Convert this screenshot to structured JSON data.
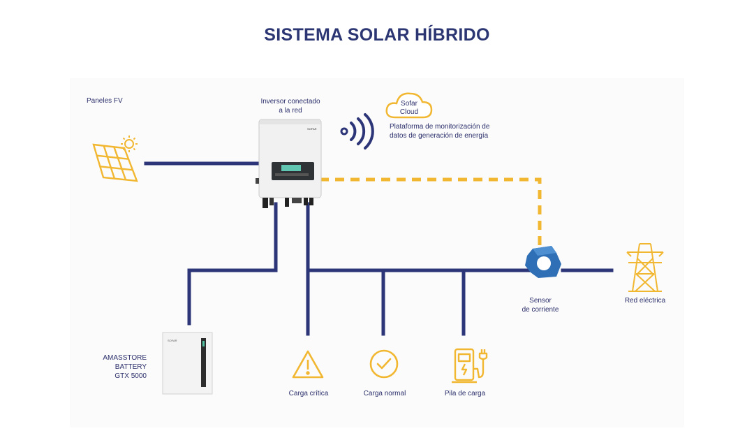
{
  "title": "SISTEMA SOLAR HÍBRIDO",
  "colors": {
    "navy": "#2b3577",
    "amber": "#f2b731",
    "blue": "#2f6fb5"
  },
  "labels": {
    "pv": "Paneles FV",
    "inverter_line1": "Inversor conectado",
    "inverter_line2": "a la red",
    "cloud_line1": "Sofar",
    "cloud_line2": "Cloud",
    "platform_line1": "Plataforma de monitorización de",
    "platform_line2": "datos de generación de energía",
    "battery_line1": "AMASSTORE",
    "battery_line2": "BATTERY",
    "battery_line3": "GTX 5000",
    "sensor_line1": "Sensor",
    "sensor_line2": "de corriente",
    "grid": "Red eléctrica",
    "critical_load": "Carga crítica",
    "normal_load": "Carga normal",
    "charger": "Pila de carga"
  }
}
